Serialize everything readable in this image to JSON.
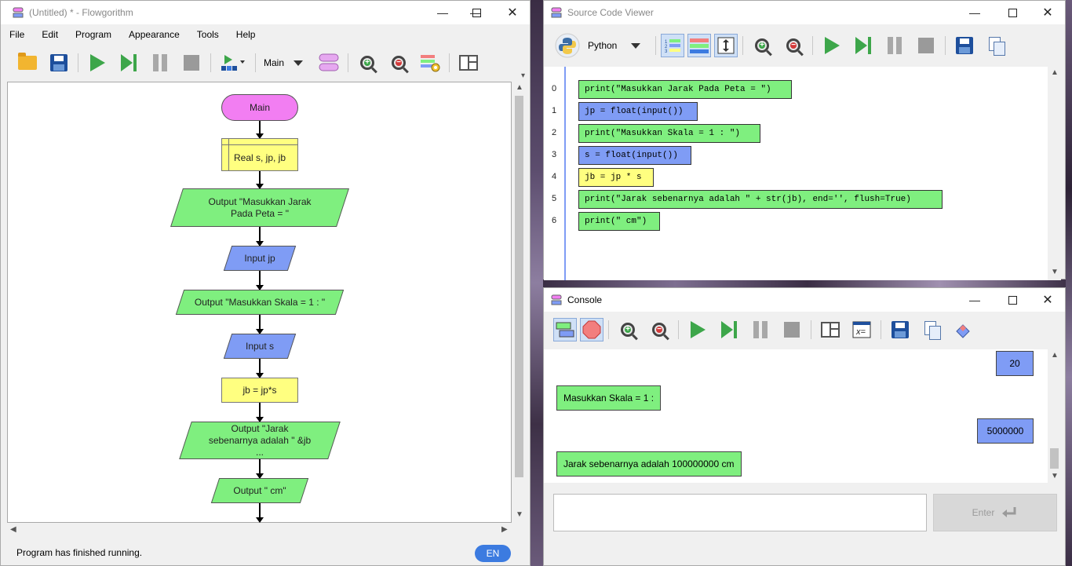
{
  "flowgorithm": {
    "title": "(Untitled) * - Flowgorithm",
    "menu": [
      "File",
      "Edit",
      "Program",
      "Appearance",
      "Tools",
      "Help"
    ],
    "function_select": "Main",
    "status": "Program has finished running.",
    "lang_badge": "EN",
    "shapes": {
      "start": "Main",
      "declare": "Real s, jp, jb",
      "out1": "Output \"Masukkan Jarak Pada Peta = \"",
      "in1": "Input jp",
      "out2": "Output \"Masukkan Skala = 1 : \"",
      "in2": "Input s",
      "assign": "jb = jp*s",
      "out3": "Output \"Jarak sebenarnya adalah \" &jb ...",
      "out4": "Output \" cm\""
    }
  },
  "source_viewer": {
    "title": "Source Code Viewer",
    "language": "Python",
    "lines": [
      {
        "num": "0",
        "code": "print(\"Masukkan Jarak Pada Peta = \")",
        "kind": "output"
      },
      {
        "num": "1",
        "code": "jp = float(input())",
        "kind": "input"
      },
      {
        "num": "2",
        "code": "print(\"Masukkan Skala = 1 : \")",
        "kind": "output"
      },
      {
        "num": "3",
        "code": "s = float(input())",
        "kind": "input"
      },
      {
        "num": "4",
        "code": "jb = jp * s",
        "kind": "assign"
      },
      {
        "num": "5",
        "code": "print(\"Jarak sebenarnya adalah \" + str(jb), end='', flush=True)",
        "kind": "output"
      },
      {
        "num": "6",
        "code": "print(\" cm\")",
        "kind": "output"
      }
    ]
  },
  "console": {
    "title": "Console",
    "input_value": "20",
    "output_scale": "Masukkan Skala = 1 :",
    "input_scale": "5000000",
    "output_result": "Jarak sebenarnya adalah 100000000 cm",
    "entry_placeholder": "",
    "enter_label": "Enter"
  },
  "colors": {
    "output": "#7fef7f",
    "input": "#7f9cf5",
    "assign": "#ffff80",
    "terminal": "#f27ef2",
    "accent": "#3c7be0"
  }
}
